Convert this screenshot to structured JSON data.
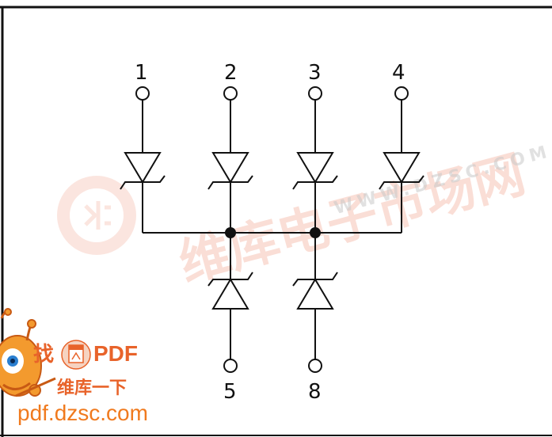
{
  "diagram": {
    "pins_top": [
      "1",
      "2",
      "3",
      "4"
    ],
    "pins_bottom": [
      "5",
      "8"
    ]
  },
  "watermark": {
    "site_name": "维库电子市场网",
    "site_url": "WWW.DZSC.COM"
  },
  "corner_logo": {
    "find_text": "找",
    "pdf_text": "PDF",
    "sub_text": "维库一下",
    "url": "pdf.dzsc.com"
  },
  "colors": {
    "line": "#111111",
    "watermark": "#f4b7a6",
    "logo_orange": "#e8632a"
  }
}
